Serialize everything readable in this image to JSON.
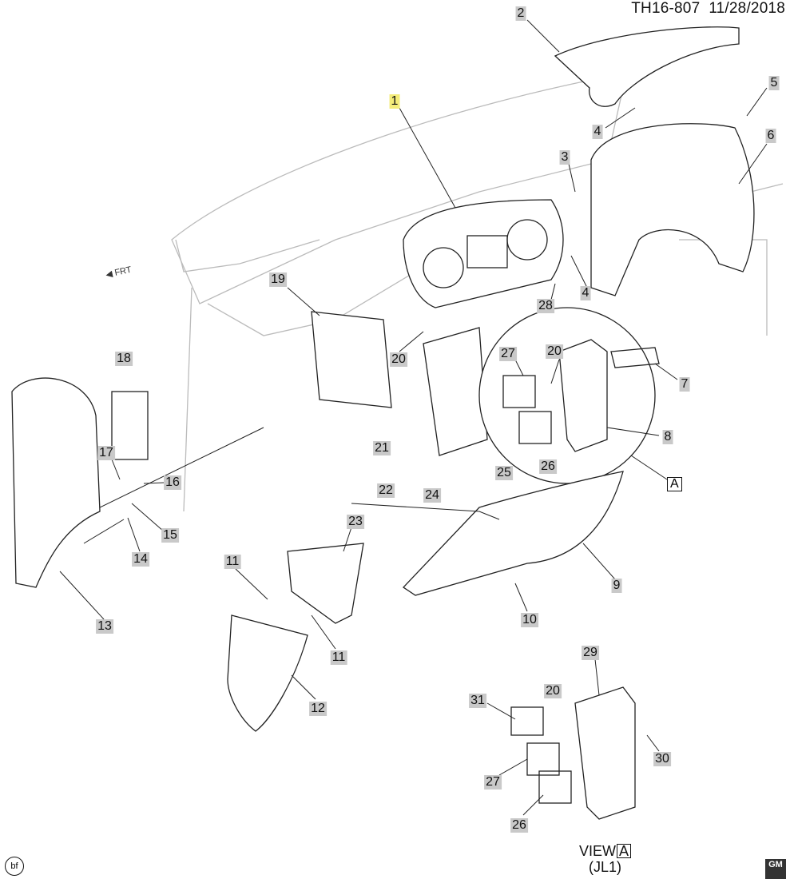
{
  "header": {
    "diagram_id": "TH16-807",
    "date": "11/28/2018"
  },
  "callouts": [
    "2",
    "1",
    "5",
    "4",
    "3",
    "6",
    "19",
    "28",
    "4",
    "18",
    "27",
    "20",
    "20",
    "7",
    "8",
    "21",
    "26",
    "25",
    "17",
    "16",
    "15",
    "22",
    "24",
    "14",
    "23",
    "9",
    "11",
    "11",
    "10",
    "13",
    "12",
    "29",
    "31",
    "20",
    "30",
    "27",
    "26"
  ],
  "view": {
    "label": "VIEW",
    "ref": "A",
    "variant": "(JL1)"
  },
  "detail_ref": "A",
  "direction": "FRT",
  "corner_mark": "bf",
  "logo": "GM"
}
